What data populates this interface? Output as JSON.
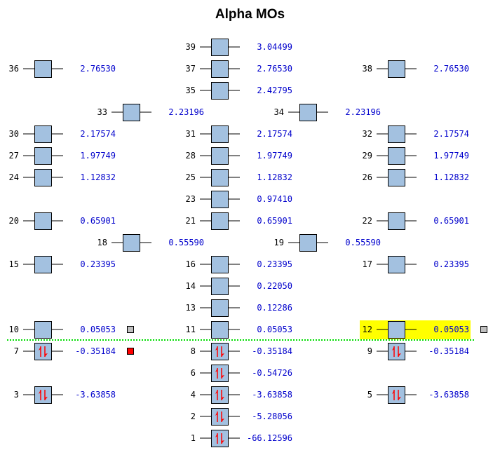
{
  "title": "Alpha MOs",
  "colors": {
    "box_fill": "#a3c1e0",
    "box_stroke": "#000000",
    "electron_arrow": "#ff0000",
    "energy_text": "#0000cc",
    "label_text": "#000000",
    "homo_lumo_line": "#00dd00",
    "highlight": "#ffff00",
    "marker_gray": "#c0c0c0",
    "marker_red": "#ff0000"
  },
  "selected_orbital": 12,
  "homo_lumo_gap_between": [
    7,
    10
  ],
  "orbitals": [
    {
      "n": 39,
      "energy": "3.04499",
      "col": "center",
      "row": 0,
      "occupied": false
    },
    {
      "n": 36,
      "energy": "2.76530",
      "col": "left",
      "row": 1,
      "occupied": false
    },
    {
      "n": 37,
      "energy": "2.76530",
      "col": "center",
      "row": 1,
      "occupied": false
    },
    {
      "n": 38,
      "energy": "2.76530",
      "col": "right",
      "row": 1,
      "occupied": false
    },
    {
      "n": 35,
      "energy": "2.42795",
      "col": "center",
      "row": 2,
      "occupied": false
    },
    {
      "n": 33,
      "energy": "2.23196",
      "col": "midleft",
      "row": 3,
      "occupied": false
    },
    {
      "n": 34,
      "energy": "2.23196",
      "col": "midright",
      "row": 3,
      "occupied": false
    },
    {
      "n": 30,
      "energy": "2.17574",
      "col": "left",
      "row": 4,
      "occupied": false
    },
    {
      "n": 31,
      "energy": "2.17574",
      "col": "center",
      "row": 4,
      "occupied": false
    },
    {
      "n": 32,
      "energy": "2.17574",
      "col": "right",
      "row": 4,
      "occupied": false
    },
    {
      "n": 27,
      "energy": "1.97749",
      "col": "left",
      "row": 5,
      "occupied": false
    },
    {
      "n": 28,
      "energy": "1.97749",
      "col": "center",
      "row": 5,
      "occupied": false
    },
    {
      "n": 29,
      "energy": "1.97749",
      "col": "right",
      "row": 5,
      "occupied": false
    },
    {
      "n": 24,
      "energy": "1.12832",
      "col": "left",
      "row": 6,
      "occupied": false
    },
    {
      "n": 25,
      "energy": "1.12832",
      "col": "center",
      "row": 6,
      "occupied": false
    },
    {
      "n": 26,
      "energy": "1.12832",
      "col": "right",
      "row": 6,
      "occupied": false
    },
    {
      "n": 23,
      "energy": "0.97410",
      "col": "center",
      "row": 7,
      "occupied": false
    },
    {
      "n": 20,
      "energy": "0.65901",
      "col": "left",
      "row": 8,
      "occupied": false
    },
    {
      "n": 21,
      "energy": "0.65901",
      "col": "center",
      "row": 8,
      "occupied": false
    },
    {
      "n": 22,
      "energy": "0.65901",
      "col": "right",
      "row": 8,
      "occupied": false
    },
    {
      "n": 18,
      "energy": "0.55590",
      "col": "midleft",
      "row": 9,
      "occupied": false
    },
    {
      "n": 19,
      "energy": "0.55590",
      "col": "midright",
      "row": 9,
      "occupied": false
    },
    {
      "n": 15,
      "energy": "0.23395",
      "col": "left",
      "row": 10,
      "occupied": false
    },
    {
      "n": 16,
      "energy": "0.23395",
      "col": "center",
      "row": 10,
      "occupied": false
    },
    {
      "n": 17,
      "energy": "0.23395",
      "col": "right",
      "row": 10,
      "occupied": false
    },
    {
      "n": 14,
      "energy": "0.22050",
      "col": "center",
      "row": 11,
      "occupied": false
    },
    {
      "n": 13,
      "energy": "0.12286",
      "col": "center",
      "row": 12,
      "occupied": false
    },
    {
      "n": 10,
      "energy": "0.05053",
      "col": "left",
      "row": 13,
      "occupied": false,
      "marker": "gray"
    },
    {
      "n": 11,
      "energy": "0.05053",
      "col": "center",
      "row": 13,
      "occupied": false
    },
    {
      "n": 12,
      "energy": "0.05053",
      "col": "right",
      "row": 13,
      "occupied": false,
      "marker": "gray",
      "highlighted": true
    },
    {
      "n": 7,
      "energy": "-0.35184",
      "col": "left",
      "row": 14,
      "occupied": true,
      "marker": "red"
    },
    {
      "n": 8,
      "energy": "-0.35184",
      "col": "center",
      "row": 14,
      "occupied": true
    },
    {
      "n": 9,
      "energy": "-0.35184",
      "col": "right",
      "row": 14,
      "occupied": true
    },
    {
      "n": 6,
      "energy": "-0.54726",
      "col": "center",
      "row": 15,
      "occupied": true
    },
    {
      "n": 3,
      "energy": "-3.63858",
      "col": "left",
      "row": 16,
      "occupied": true
    },
    {
      "n": 4,
      "energy": "-3.63858",
      "col": "center",
      "row": 16,
      "occupied": true
    },
    {
      "n": 5,
      "energy": "-3.63858",
      "col": "right",
      "row": 16,
      "occupied": true
    },
    {
      "n": 2,
      "energy": "-5.28056",
      "col": "center",
      "row": 17,
      "occupied": true
    },
    {
      "n": 1,
      "energy": "-66.12596",
      "col": "center",
      "row": 18,
      "occupied": true
    }
  ]
}
